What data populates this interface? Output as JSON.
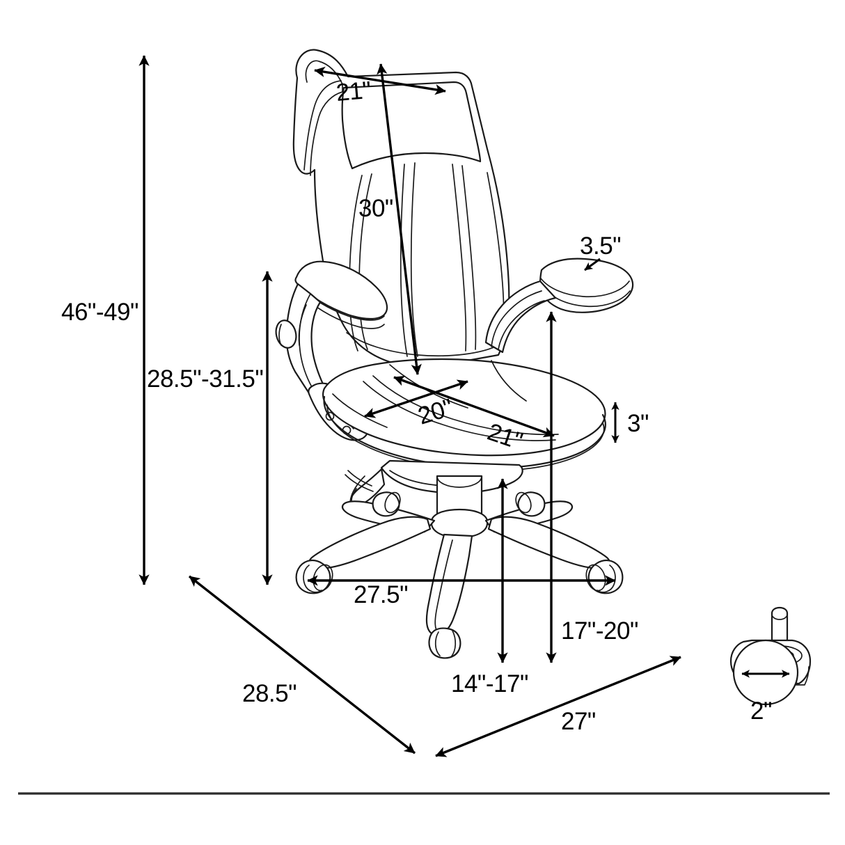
{
  "diagram": {
    "title": "Office Chair Dimension Diagram",
    "subject": "high-back racing-style executive office chair with flip-up arms and 5-star caster base",
    "view": "three-quarter perspective line drawing with dimension callouts",
    "units": "inches",
    "line_color": "#1a1a1a",
    "dimension_color": "#000000",
    "background_color": "#ffffff"
  },
  "dimensions": {
    "overall_height": "46\"-49\"",
    "back_top_height": "28.5\"-31.5\"",
    "headrest_width": "21\"",
    "backrest_height": "30\"",
    "armrest_pad_width": "3.5\"",
    "seat_depth": "20\"",
    "seat_width": "21\"",
    "seat_thickness": "3\"",
    "base_width": "27.5\"",
    "seat_height_range": "14\"-17\"",
    "arm_height_range": "17\"-20\"",
    "depth_left": "28.5\"",
    "depth_right": "27\"",
    "caster_diameter": "2\""
  },
  "callouts": [
    {
      "id": "overall-height",
      "label": "46\"-49\"",
      "measures": "overall chair height from floor to top of headrest"
    },
    {
      "id": "back-top-height",
      "label": "28.5\"-31.5\"",
      "measures": "floor to top of backrest"
    },
    {
      "id": "headrest-width",
      "label": "21\"",
      "measures": "headrest / upper backrest width"
    },
    {
      "id": "backrest-height",
      "label": "30\"",
      "measures": "backrest height from seat to top"
    },
    {
      "id": "armrest-pad-width",
      "label": "3.5\"",
      "measures": "armrest pad width"
    },
    {
      "id": "seat-depth",
      "label": "20\"",
      "measures": "seat depth"
    },
    {
      "id": "seat-width",
      "label": "21\"",
      "measures": "seat width"
    },
    {
      "id": "seat-thickness",
      "label": "3\"",
      "measures": "seat cushion thickness"
    },
    {
      "id": "base-width",
      "label": "27.5\"",
      "measures": "caster base diameter"
    },
    {
      "id": "seat-height-range",
      "label": "14\"-17\"",
      "measures": "seat height adjustment range"
    },
    {
      "id": "arm-height-range",
      "label": "17\"-20\"",
      "measures": "armrest height adjustment range"
    },
    {
      "id": "depth-left",
      "label": "28.5\"",
      "measures": "overall depth, left perspective edge"
    },
    {
      "id": "depth-right",
      "label": "27\"",
      "measures": "overall depth, right perspective edge"
    },
    {
      "id": "caster-diameter",
      "label": "2\"",
      "measures": "caster wheel diameter, detail view"
    }
  ],
  "detail_view": {
    "name": "caster-wheel-detail",
    "label": "2\""
  }
}
